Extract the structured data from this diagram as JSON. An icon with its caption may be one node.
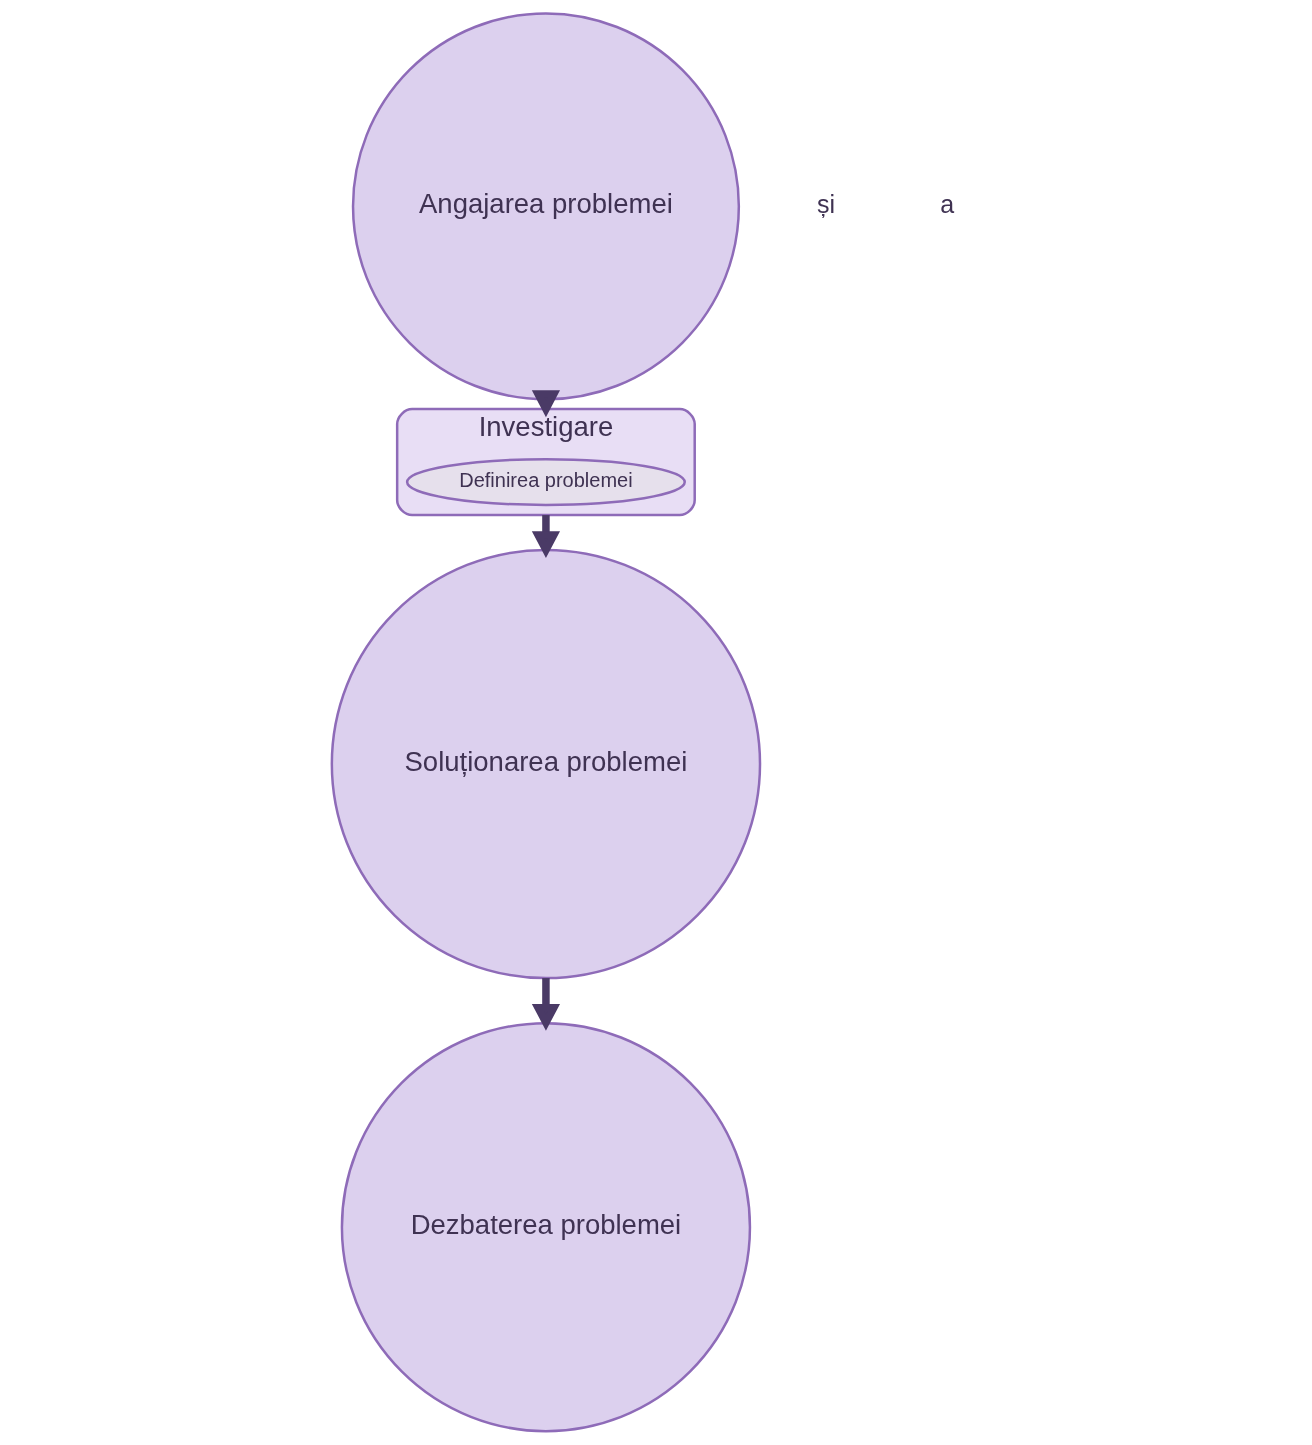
{
  "diagram": {
    "nodes": [
      {
        "text": [
          "Angajarea problemei"
        ]
      },
      {
        "text": [
          "Investigare"
        ]
      },
      {
        "text": [
          "Definirea problemei"
        ],
        "in": 1
      },
      {
        "text": [
          "Soluționarea problemei"
        ]
      },
      {
        "text": [
          "Dezbaterea problemei"
        ]
      }
    ],
    "edges": [
      {
        "from": 0,
        "to": 1,
        "arrow": "to"
      },
      {
        "from": 1,
        "to": 3,
        "arrow": "to"
      },
      {
        "from": 3,
        "to": 4,
        "arrow": "to"
      }
    ],
    "labels": [
      "și",
      "a"
    ]
  }
}
